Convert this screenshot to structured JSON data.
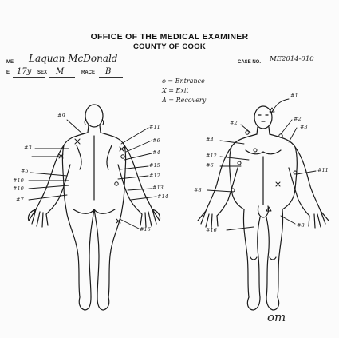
{
  "header": {
    "line1": "OFFICE OF THE MEDICAL EXAMINER",
    "line2": "COUNTY OF COOK"
  },
  "form": {
    "name_label": "ME",
    "name_value": "Laquan McDonald",
    "case_label": "CASE NO.",
    "case_value": "ME2014-010",
    "age_label": "E",
    "age_value": "17y",
    "sex_label": "SEX",
    "sex_value": "M",
    "race_label": "RACE",
    "race_value": "B"
  },
  "legend": {
    "entrance": "o = Entrance",
    "exit": "X = Exit",
    "recovery": "Δ = Recovery"
  },
  "back_markers": {
    "m9": "#9",
    "m3": "#3",
    "m5": "#5",
    "m10a": "#10",
    "m10b": "#10",
    "m7": "#7",
    "m11": "#11",
    "m6": "#6",
    "m4": "#4",
    "m15": "#15",
    "m12": "#12",
    "m13": "#13",
    "m14": "#14",
    "m16": "#16"
  },
  "front_markers": {
    "m1": "#1",
    "m2a": "#2",
    "m2b": "#2",
    "m3": "#3",
    "m4": "#4",
    "m12": "#12",
    "m6": "#6",
    "m8a": "#8",
    "m16": "#16",
    "m8b": "#8",
    "m11": "#11"
  },
  "initials": "om"
}
